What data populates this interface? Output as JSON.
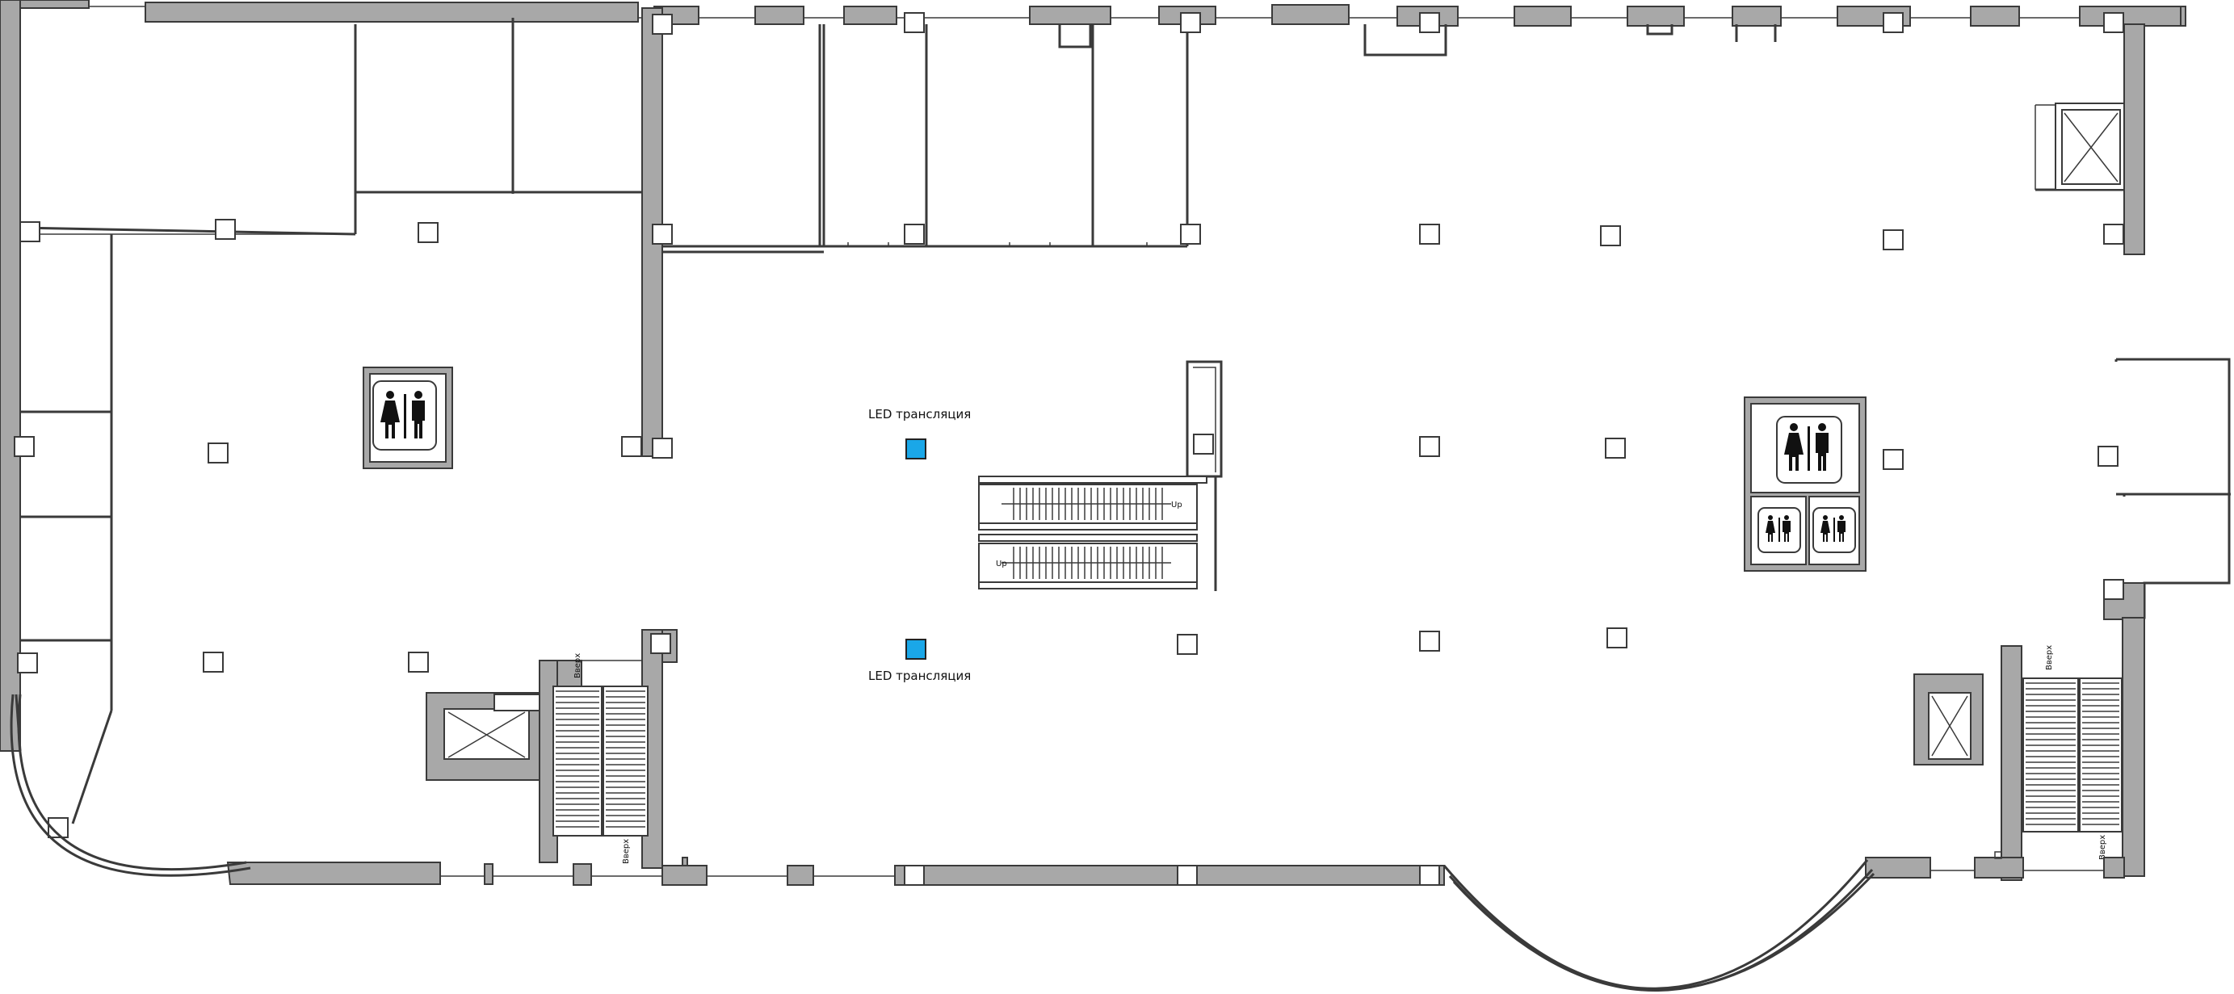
{
  "plan": {
    "led_labels": {
      "top": "LED трансляция",
      "bottom": "LED трансляция"
    },
    "escalator_labels": {
      "upper": "Up",
      "lower": "Up"
    },
    "stair_labels": {
      "left_top": "Вверх",
      "left_bottom": "Вверх",
      "right_top": "Вверх",
      "right_bottom": "Вверх"
    },
    "colors": {
      "wall": "#a8a8a8",
      "led": "#1aa7e8"
    },
    "icons": [
      "restroom-icon",
      "elevator-icon",
      "escalator-icon",
      "stairs-icon",
      "led-screen-icon"
    ]
  }
}
